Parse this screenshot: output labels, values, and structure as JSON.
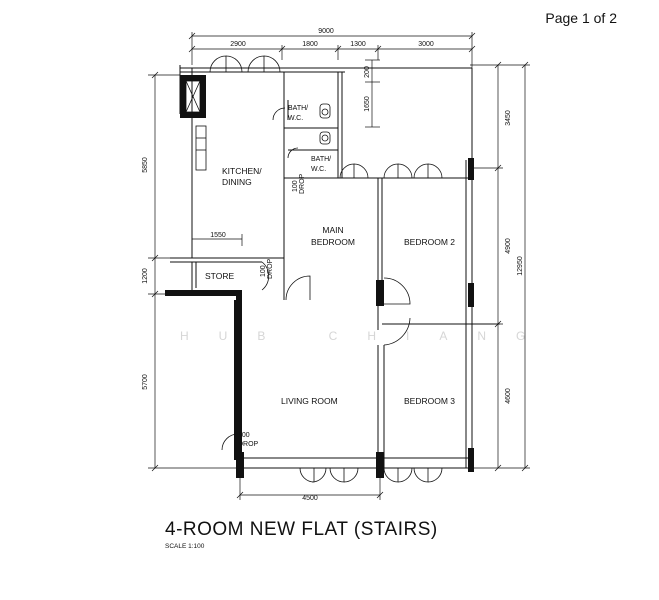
{
  "header": {
    "page_label": "Page 1 of 2"
  },
  "plan": {
    "title": "4-ROOM NEW FLAT (STAIRS)",
    "scale": "SCALE  1:100",
    "watermark": "HUB CHIANG",
    "rooms": {
      "kitchen_line1": "KITCHEN/",
      "kitchen_line2": "DINING",
      "bath1_line1": "BATH/",
      "bath1_line2": "W.C.",
      "bath2_line1": "BATH/",
      "bath2_line2": "W.C.",
      "main_bedroom_line1": "MAIN",
      "main_bedroom_line2": "BEDROOM",
      "bedroom2": "BEDROOM 2",
      "bedroom3": "BEDROOM 3",
      "store": "STORE",
      "living_room": "LIVING ROOM"
    },
    "drops": {
      "drop1_value": "100",
      "drop1_label": "DROP",
      "drop2_value": "100",
      "drop2_label": "DROP",
      "drop3_value": "100",
      "drop3_label": "DROP"
    },
    "dimensions": {
      "top_total": "9000",
      "top_seg1": "2900",
      "top_seg2": "1800",
      "top_seg3": "1300",
      "top_seg4": "3000",
      "left_upper": "5850",
      "left_mid": "1200",
      "left_lower": "5700",
      "right_seg1": "3450",
      "right_seg2": "4900",
      "right_seg3": "4600",
      "right_total": "12950",
      "bath_v1": "1650",
      "bath_v2": "200",
      "store_width": "1550",
      "bottom_living": "4500"
    }
  }
}
